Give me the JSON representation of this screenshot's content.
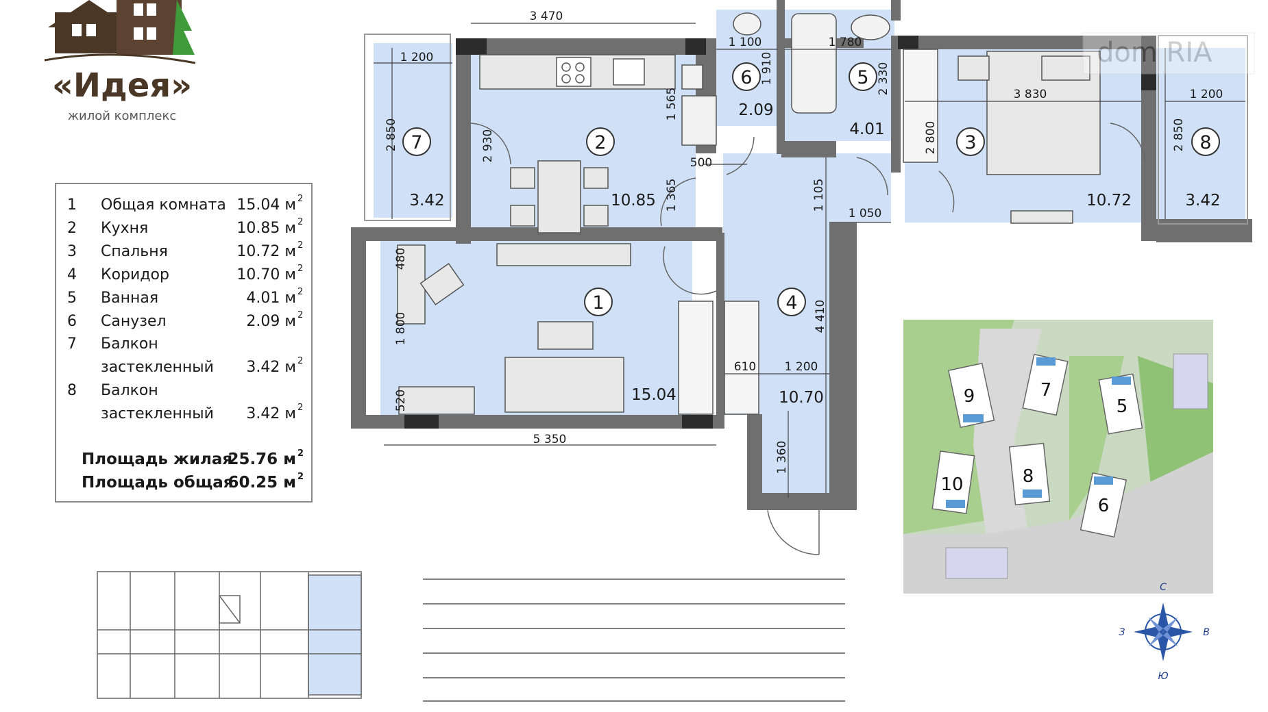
{
  "brand": {
    "name": "«Идея»",
    "subtitle": "жилой комплекс"
  },
  "legend": {
    "rows": [
      {
        "n": "1",
        "name": "Общая комната",
        "area": "15.04 м"
      },
      {
        "n": "2",
        "name": "Кухня",
        "area": "10.85 м"
      },
      {
        "n": "3",
        "name": "Спальня",
        "area": "10.72 м"
      },
      {
        "n": "4",
        "name": "Коридор",
        "area": "10.70 м"
      },
      {
        "n": "5",
        "name": "Ванная",
        "area": "4.01 м"
      },
      {
        "n": "6",
        "name": "Санузел",
        "area": "2.09 м"
      },
      {
        "n": "7",
        "name": "Балкон",
        "name2": "застекленный",
        "area": "3.42 м"
      },
      {
        "n": "8",
        "name": "Балкон",
        "name2": "застекленный",
        "area": "3.42 м"
      }
    ],
    "sq": "2",
    "living_label": "Площадь жилая",
    "living_value": "25.76 м",
    "total_label": "Площадь общая",
    "total_value": "60.25 м"
  },
  "rooms": {
    "r1": {
      "num": "1",
      "area": "15.04"
    },
    "r2": {
      "num": "2",
      "area": "10.85"
    },
    "r3": {
      "num": "3",
      "area": "10.72"
    },
    "r4": {
      "num": "4",
      "area": "10.70"
    },
    "r5": {
      "num": "5",
      "area": "4.01"
    },
    "r6": {
      "num": "6",
      "area": "2.09"
    },
    "r7": {
      "num": "7",
      "area": "3.42"
    },
    "r8": {
      "num": "8",
      "area": "3.42"
    }
  },
  "dims": {
    "d3470": "3 470",
    "d1100": "1 100",
    "d1780": "1 780",
    "d1200a": "1 200",
    "d1910": "1 910",
    "d2330": "2 330",
    "d3830": "3 830",
    "d1200b": "1 200",
    "d2850a": "2 850",
    "d2930": "2 930",
    "d1565": "1 565",
    "d2800": "2 800",
    "d2850b": "2 850",
    "d500": "500",
    "d1365": "1 365",
    "d1105": "1 105",
    "d1050": "1 050",
    "d480": "480",
    "d1800": "1 800",
    "d4410": "4 410",
    "d610": "610",
    "d1200c": "1 200",
    "d520": "520",
    "d5350": "5 350",
    "d1360": "1 360"
  },
  "site_map": {
    "buildings": [
      "9",
      "7",
      "5",
      "10",
      "8",
      "6"
    ]
  },
  "compass": {
    "n": "С",
    "w": "З",
    "e": "В",
    "s": "Ю"
  },
  "watermark": "dom RIA",
  "colors": {
    "room": "#cfe0f7",
    "wall": "#6f6f6f",
    "dark_wall": "#2b2b2b",
    "brand": "#4a3726"
  }
}
